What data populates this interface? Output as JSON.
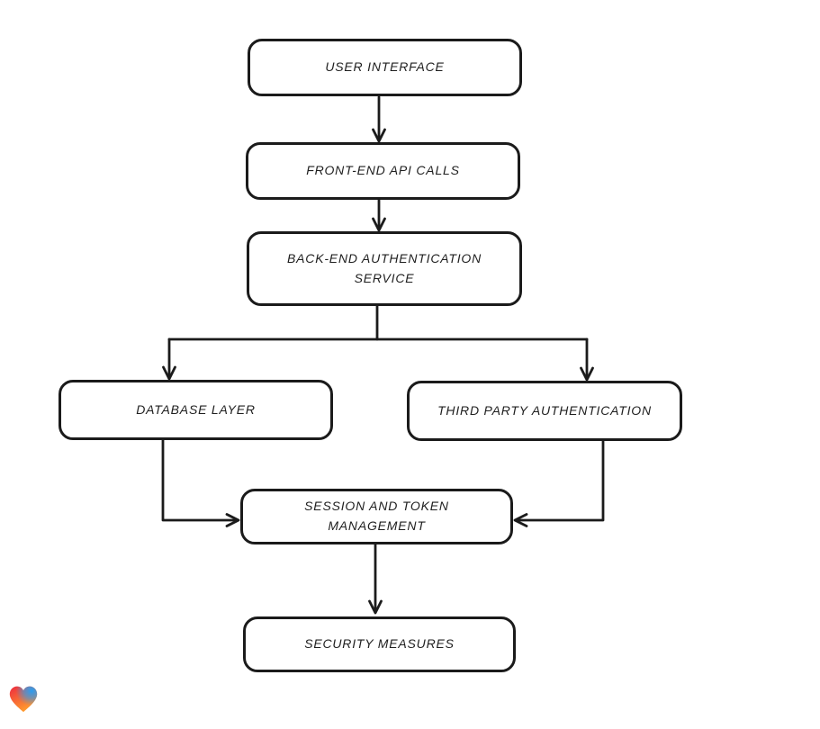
{
  "canvas": {
    "background_color": "#ffffff",
    "stroke_color": "#1b1b1b",
    "node_fill_color": "#ffffff",
    "text_color": "#1f1f1f"
  },
  "diagram": {
    "type": "flowchart",
    "nodes": [
      {
        "id": "user-interface",
        "label": "USER INTERFACE"
      },
      {
        "id": "front-end-api-calls",
        "label": "FRONT-END API CALLS"
      },
      {
        "id": "back-end-authentication-service",
        "label": "BACK-END AUTHENTICATION SERVICE"
      },
      {
        "id": "database-layer",
        "label": "DATABASE LAYER"
      },
      {
        "id": "third-party-authentication",
        "label": "THIRD PARTY AUTHENTICATION"
      },
      {
        "id": "session-and-token-management",
        "label": "SESSION AND TOKEN MANAGEMENT"
      },
      {
        "id": "security-measures",
        "label": "SECURITY MEASURES"
      }
    ],
    "edges": [
      {
        "from": "user-interface",
        "to": "front-end-api-calls"
      },
      {
        "from": "front-end-api-calls",
        "to": "back-end-authentication-service"
      },
      {
        "from": "back-end-authentication-service",
        "to": "database-layer"
      },
      {
        "from": "back-end-authentication-service",
        "to": "third-party-authentication"
      },
      {
        "from": "database-layer",
        "to": "session-and-token-management"
      },
      {
        "from": "third-party-authentication",
        "to": "session-and-token-management"
      },
      {
        "from": "session-and-token-management",
        "to": "security-measures"
      }
    ]
  },
  "badge": {
    "icon": "heart-icon",
    "gradient_colors": [
      "#ee2b3f",
      "#2b9df0",
      "#ff9f2d"
    ]
  }
}
